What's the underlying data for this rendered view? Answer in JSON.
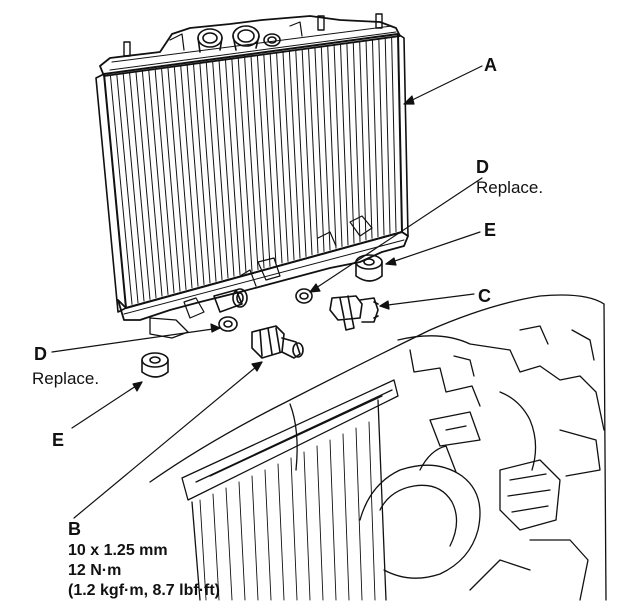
{
  "callouts": {
    "a": {
      "letter": "A"
    },
    "b": {
      "letter": "B",
      "spec_lines": [
        "10 x 1.25 mm",
        "12 N·m",
        "(1.2 kgf·m, 8.7 lbf·ft)"
      ]
    },
    "c": {
      "letter": "C"
    },
    "d_upper": {
      "letter": "D",
      "note": "Replace."
    },
    "d_lower": {
      "letter": "D",
      "note": "Replace."
    },
    "e_right": {
      "letter": "E"
    },
    "e_left": {
      "letter": "E"
    }
  },
  "colors": {
    "ink": "#111111",
    "paper": "#ffffff"
  }
}
